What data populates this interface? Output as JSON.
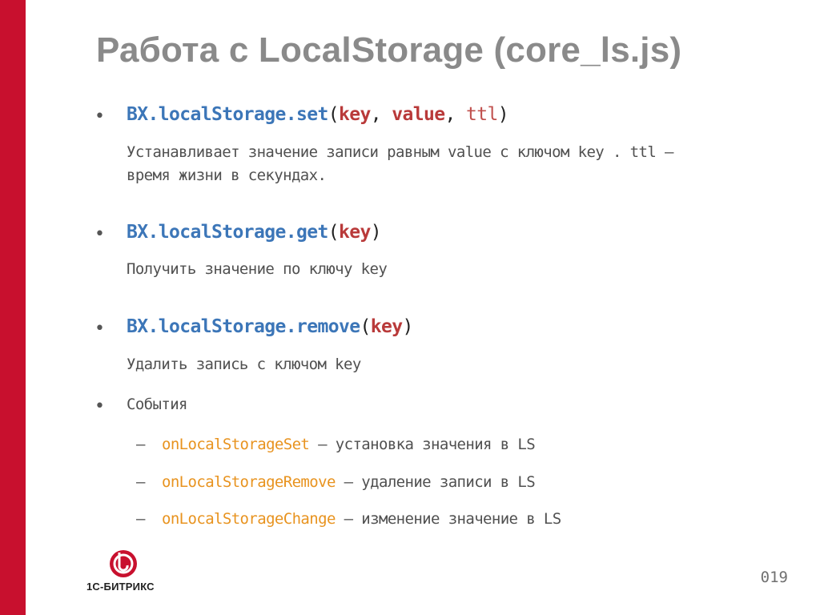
{
  "slide": {
    "title": "Работа с LocalStorage (core_ls.js)",
    "page_number": "019"
  },
  "items": [
    {
      "method": "BX.localStorage.set",
      "params": [
        "key",
        "value",
        "ttl"
      ],
      "description_lines": [
        "Устанавливает значение записи равным value с ключом key . ttl –",
        "время жизни в секундах."
      ]
    },
    {
      "method": "BX.localStorage.get",
      "params": [
        "key"
      ],
      "description_lines": [
        "Получить значение по ключу key"
      ]
    },
    {
      "method": "BX.localStorage.remove",
      "params": [
        "key"
      ],
      "description_lines": [
        "Удалить запись с ключом key"
      ]
    }
  ],
  "events": {
    "label": "События",
    "list": [
      {
        "name": "onLocalStorageSet",
        "desc": " – установка значения в LS"
      },
      {
        "name": "onLocalStorageRemove",
        "desc": " – удаление записи в LS"
      },
      {
        "name": "onLocalStorageChange",
        "desc": " – изменение значение в LS"
      }
    ]
  },
  "logo": {
    "text": "1С-БИТРИКС"
  },
  "colors": {
    "accent_bar": "#c8102e",
    "method_blue": "#3c76b8",
    "param_red": "#b93a3a",
    "event_orange": "#e8931f"
  }
}
